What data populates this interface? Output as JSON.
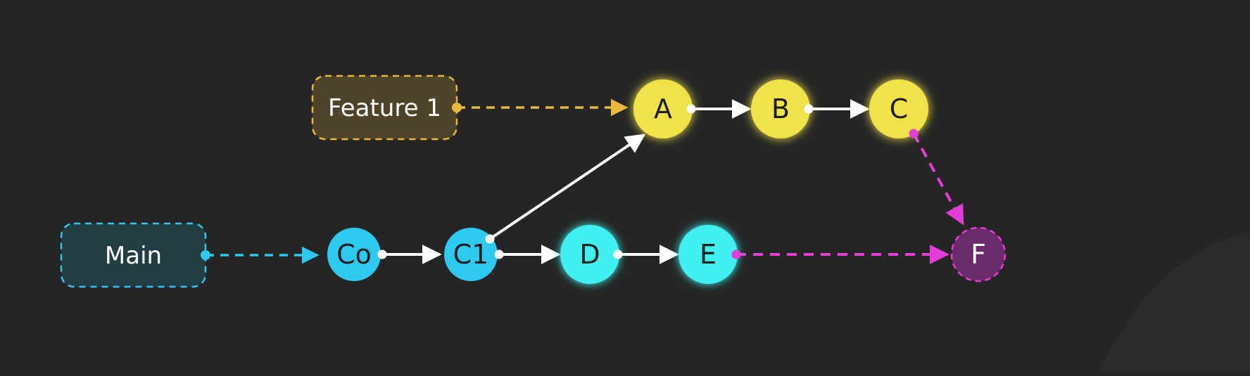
{
  "colors": {
    "background": "#252525",
    "main_branch": "#2ec9f0",
    "main_branch_light": "#3ff0f0",
    "feature_branch": "#f2e24a",
    "merge": "#e53bd8",
    "merge_node": "#6b2a6b",
    "edge": "#ffffff"
  },
  "branches": [
    {
      "id": "feature1",
      "label": "Feature 1",
      "style": "feature",
      "points_to": "A"
    },
    {
      "id": "main",
      "label": "Main",
      "style": "main",
      "points_to": "C0"
    }
  ],
  "commits": [
    {
      "id": "C0",
      "label": "Co",
      "style": "main"
    },
    {
      "id": "C1",
      "label": "C1",
      "style": "main"
    },
    {
      "id": "D",
      "label": "D",
      "style": "main-light"
    },
    {
      "id": "E",
      "label": "E",
      "style": "main-light"
    },
    {
      "id": "A",
      "label": "A",
      "style": "feature"
    },
    {
      "id": "B",
      "label": "B",
      "style": "feature"
    },
    {
      "id": "C",
      "label": "C",
      "style": "feature"
    },
    {
      "id": "F",
      "label": "F",
      "style": "merge"
    }
  ],
  "edges": [
    {
      "from": "C0",
      "to": "C1",
      "style": "solid"
    },
    {
      "from": "C1",
      "to": "D",
      "style": "solid"
    },
    {
      "from": "D",
      "to": "E",
      "style": "solid"
    },
    {
      "from": "C1",
      "to": "A",
      "style": "solid"
    },
    {
      "from": "A",
      "to": "B",
      "style": "solid"
    },
    {
      "from": "B",
      "to": "C",
      "style": "solid"
    },
    {
      "from": "E",
      "to": "F",
      "style": "dashed-merge"
    },
    {
      "from": "C",
      "to": "F",
      "style": "dashed-merge"
    }
  ]
}
